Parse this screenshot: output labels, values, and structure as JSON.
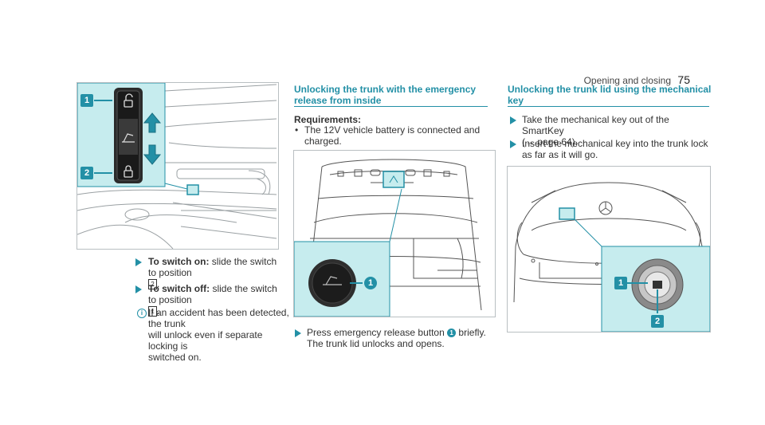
{
  "header": {
    "title": "Opening and closing",
    "page": "75"
  },
  "col1": {
    "callout1": "1",
    "callout2": "2",
    "step1_bold": "To switch on:",
    "step1_text": " slide the switch to position",
    "step1_ref": "2",
    "step1_end": ".",
    "step2_bold": "To switch off:",
    "step2_text": " slide the switch to position",
    "step2_ref": "1",
    "step2_end": ".",
    "info_icon": "i",
    "note_line1": "If an accident has been detected, the trunk",
    "note_line2": "will unlock even if separate locking is",
    "note_line3": "switched on."
  },
  "col2": {
    "title_line1": "Unlocking the trunk with the emergency",
    "title_line2": "release from inside",
    "requirements_label": "Requirements:",
    "req_bullet": "•",
    "req_line1": "The 12V vehicle battery is connected and",
    "req_line2": "charged.",
    "callout1": "1",
    "step_pre": "Press emergency release button ",
    "step_badge": "1",
    "step_post": " briefly.",
    "step_line2": "The trunk lid unlocks and opens."
  },
  "col3": {
    "title_line1": "Unlocking the trunk lid using the mechanical",
    "title_line2": "key",
    "step1_line1": "Take the mechanical key out of the SmartKey",
    "step1_line2": "(→ page 64).",
    "step2_line1": "Insert the mechanical key into the trunk lock",
    "step2_line2": "as far as it will go.",
    "callout1": "1",
    "callout2": "2"
  },
  "colors": {
    "accent": "#2390a6",
    "teal_fill": "#c6ecee",
    "line": "#b9bfc2"
  },
  "icons": [
    "unlock-icon",
    "lock-icon",
    "trunk-icon",
    "arrow-up-icon",
    "arrow-down-icon",
    "bullet-arrow-icon",
    "info-icon"
  ]
}
